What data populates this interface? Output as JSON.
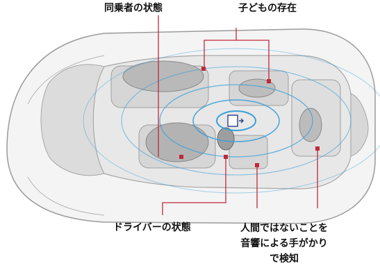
{
  "labels": {
    "passenger": "同乗者の状態",
    "child": "子どもの存在",
    "driver": "ドライバーの状態",
    "nonhuman_lines": [
      "人間ではないことを",
      "音響による手がかり",
      "で検知"
    ]
  },
  "colors": {
    "accent": "#c0283a",
    "wave": "#3aa0d8",
    "car_outline": "#9a9a9a",
    "car_fill": "#ededed"
  }
}
